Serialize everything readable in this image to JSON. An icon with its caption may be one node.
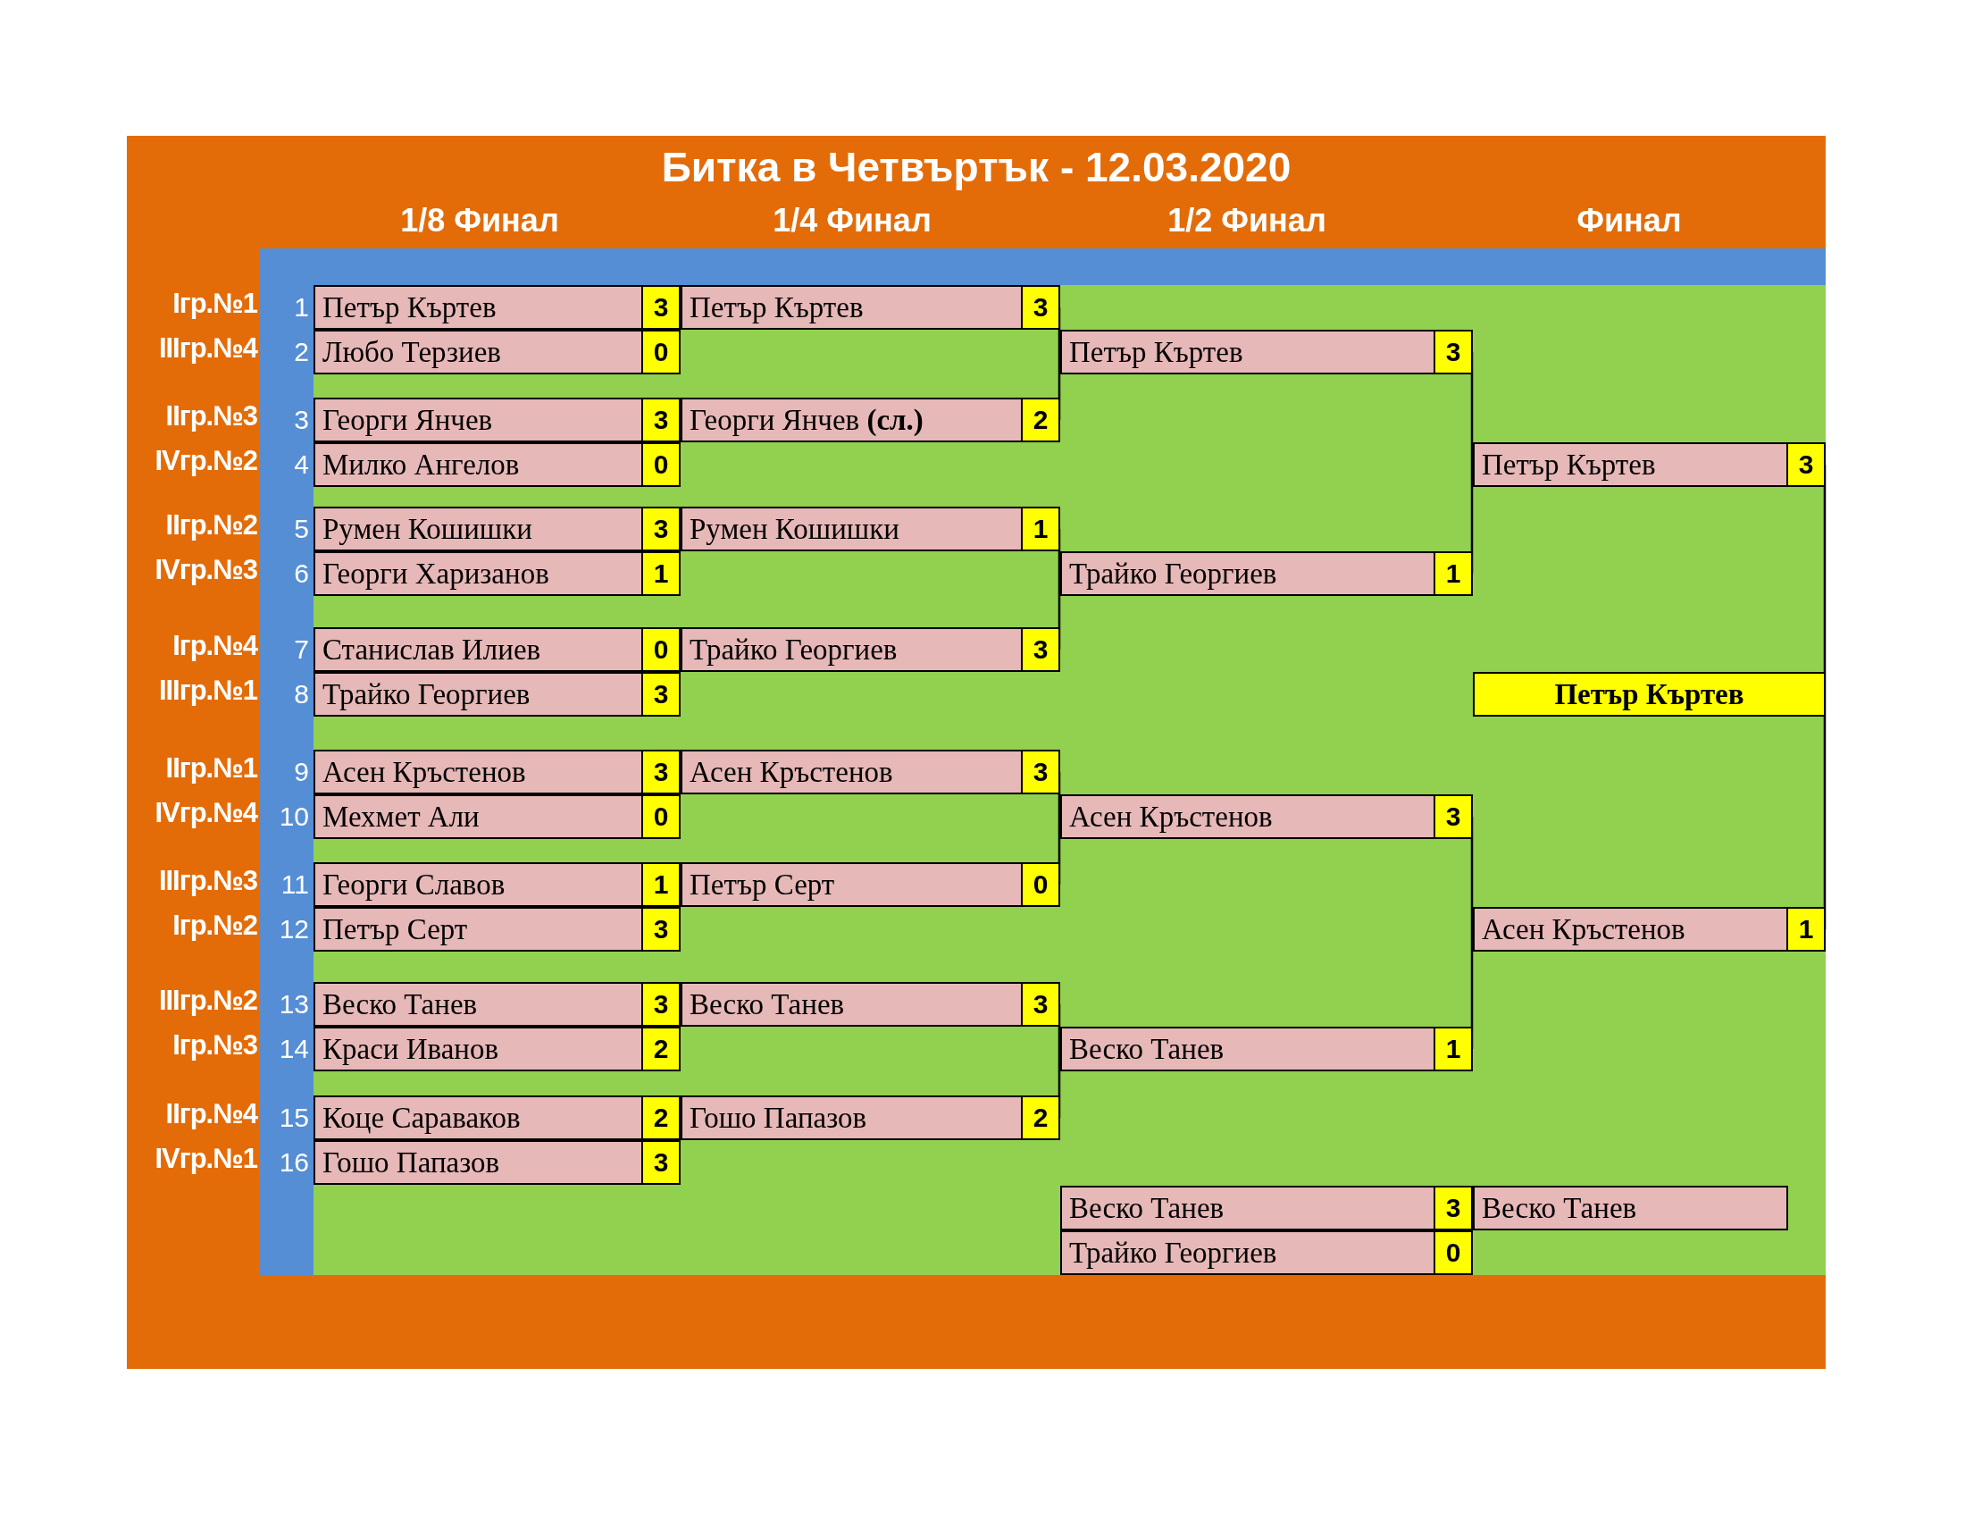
{
  "diagram": {
    "title": "Битка в Четвъртък - 12.03.2020",
    "nodes": [
      {
        "text": [
          "Петър Къртев",
          "3"
        ]
      },
      {
        "text": [
          "Петър Къртев",
          "3"
        ]
      },
      {
        "text": [
          "Любо Терзиев",
          "0"
        ]
      },
      {
        "text": [
          "Петър Къртев",
          "3"
        ]
      },
      {
        "text": [
          "Георги Янчев",
          "3"
        ]
      },
      {
        "text": [
          "Георги Янчев **(сл.)**",
          "2"
        ]
      },
      {
        "text": [
          "Милко Ангелов",
          "0"
        ]
      },
      {
        "text": [
          "Петър Къртев",
          "3"
        ]
      },
      {
        "text": [
          "Румен Кошишки",
          "3"
        ]
      },
      {
        "text": [
          "Румен Кошишки",
          "1"
        ]
      },
      {
        "text": [
          "Георги Харизанов",
          "1"
        ]
      },
      {
        "text": [
          "Трайко Георгиев",
          "1"
        ]
      },
      {
        "text": [
          "Станислав Илиев",
          "0"
        ]
      },
      {
        "text": [
          "Трайко Георгиев",
          "3"
        ]
      },
      {
        "text": [
          "Трайко Георгиев",
          "3"
        ]
      },
      {
        "text": [
          "Петър Къртев"
        ]
      },
      {
        "text": [
          "Асен Кръстенов",
          "3"
        ]
      },
      {
        "text": [
          "Асен Кръстенов",
          "3"
        ]
      },
      {
        "text": [
          "Мехмет Али",
          "0"
        ]
      },
      {
        "text": [
          "Асен Кръстенов",
          "3"
        ]
      },
      {
        "text": [
          "Георги Славов",
          "1"
        ]
      },
      {
        "text": [
          "Петър Серт",
          "0"
        ]
      },
      {
        "text": [
          "Петър Серт",
          "3"
        ]
      },
      {
        "text": [
          "Асен Кръстенов",
          "1"
        ]
      },
      {
        "text": [
          "Веско Танев",
          "3"
        ]
      },
      {
        "text": [
          "Веско Танев",
          "3"
        ]
      },
      {
        "text": [
          "Краси Иванов",
          "2"
        ]
      },
      {
        "text": [
          "Веско Танев",
          "1"
        ]
      },
      {
        "text": [
          "Коце Сараваков",
          "2"
        ]
      },
      {
        "text": [
          "Гошо Папазов",
          "2"
        ]
      },
      {
        "text": [
          "Гошо Папазов",
          "3"
        ]
      },
      {
        "text": [
          "Веско Танев",
          "3"
        ]
      },
      {
        "text": [
          "Веско Танев"
        ]
      },
      {
        "text": [
          "Трайко Георгиев",
          "0"
        ]
      }
    ],
    "edges": [
      {
        "from": 1,
        "to": 3,
        "arrow": "none"
      },
      {
        "from": 5,
        "to": 3,
        "arrow": "none"
      },
      {
        "from": 9,
        "to": 11,
        "arrow": "none"
      },
      {
        "from": 13,
        "to": 11,
        "arrow": "none"
      },
      {
        "from": 3,
        "to": 7,
        "arrow": "none"
      },
      {
        "from": 11,
        "to": 7,
        "arrow": "none"
      },
      {
        "from": 17,
        "to": 19,
        "arrow": "none"
      },
      {
        "from": 21,
        "to": 19,
        "arrow": "none"
      },
      {
        "from": 25,
        "to": 27,
        "arrow": "none"
      },
      {
        "from": 29,
        "to": 27,
        "arrow": "none"
      },
      {
        "from": 19,
        "to": 23,
        "arrow": "none"
      },
      {
        "from": 27,
        "to": 23,
        "arrow": "none"
      },
      {
        "from": 7,
        "to": 15,
        "arrow": "none"
      },
      {
        "from": 23,
        "to": 15,
        "arrow": "none"
      }
    ],
    "labels": [
      "1/8 Финал",
      "1/4 Финал",
      "1/2 Финал",
      "Финал",
      "Iгр.№1",
      "1",
      "IIIгр.№4",
      "2",
      "IIгр.№3",
      "3",
      "IVгр.№2",
      "4",
      "IIгр.№2",
      "5",
      "IVгр.№3",
      "6",
      "Iгр.№4",
      "7",
      "IIIгр.№1",
      "8",
      "IIгр.№1",
      "9",
      "IVгр.№4",
      "10",
      "IIIгр.№3",
      "11",
      "Iгр.№2",
      "12",
      "IIIгр.№2",
      "13",
      "Iгр.№3",
      "14",
      "IIгр.№4",
      "15",
      "IVгр.№1",
      "16"
    ]
  }
}
